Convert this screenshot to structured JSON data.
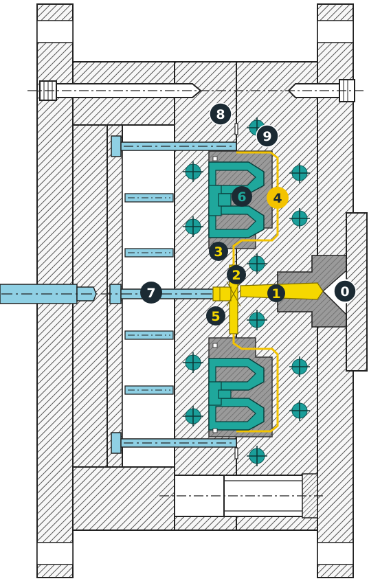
{
  "labels": {
    "l0": "0",
    "l1": "1",
    "l2": "2",
    "l3": "3",
    "l4": "4",
    "l5": "5",
    "l6": "6",
    "l7": "7",
    "l8": "8",
    "l9": "9"
  },
  "colors": {
    "background": "#ffffff",
    "hatch_line": "#2a2a2a",
    "plate_fill": "#f7f7f7",
    "cavity_grey": "#8c8c8c",
    "ejector_blue": "#8fd0e4",
    "melt_yellow": "#f5d800",
    "cooling_teal": "#1a9e9a",
    "part_teal": "#1fa79c",
    "badge_dark": "#1b2a33",
    "badge_yellow": "#f3c300"
  },
  "icons": {
    "cooling_channel": "crosshair-circle-icon",
    "screw": "bolt-icon",
    "ejector_pin": "pin-icon"
  }
}
